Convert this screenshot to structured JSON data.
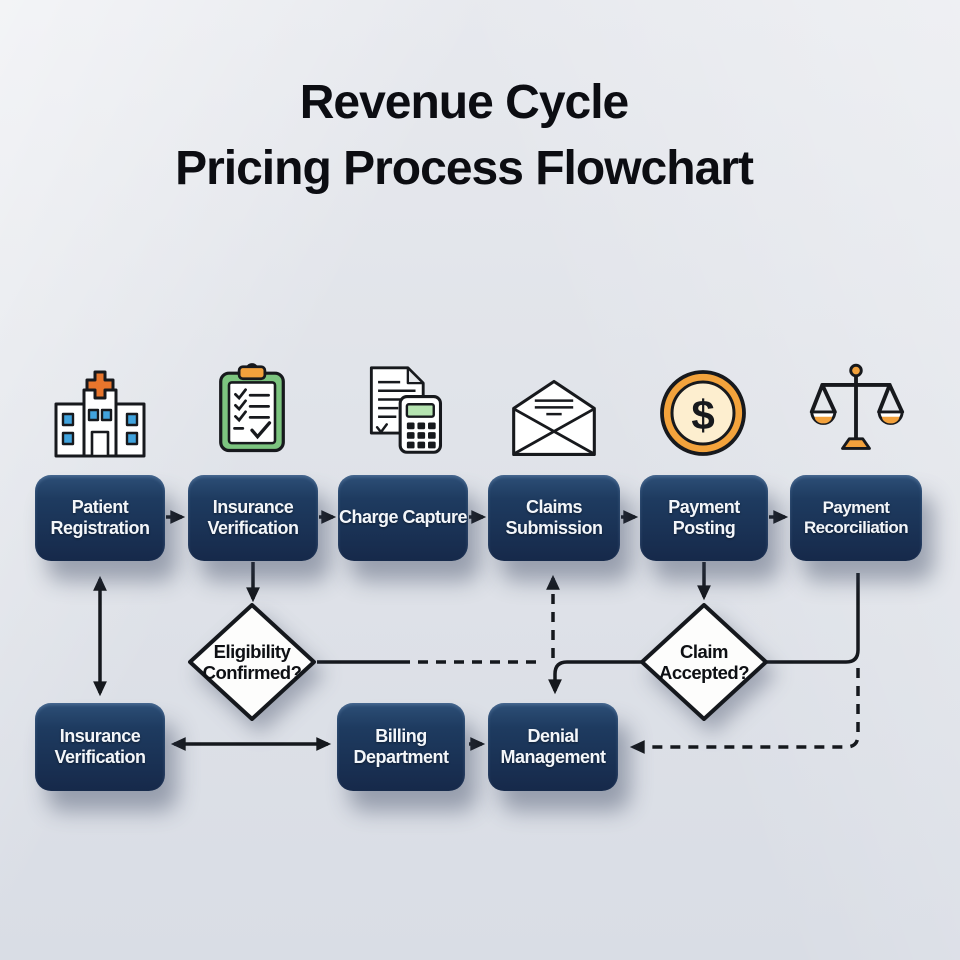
{
  "title": {
    "line1": "Revenue Cycle",
    "line2": "Pricing Process Flowchart"
  },
  "process_nodes": [
    {
      "label": "Patient Registration",
      "icon": "hospital-icon"
    },
    {
      "label": "Insurance Verification",
      "icon": "clipboard-checklist-icon"
    },
    {
      "label": "Charge Capture",
      "icon": "document-calculator-icon"
    },
    {
      "label": "Claims Submission",
      "icon": "envelope-icon"
    },
    {
      "label": "Payment Posting",
      "icon": "dollar-coin-icon"
    },
    {
      "label": "Payment Recorciliation",
      "icon": "balance-scale-icon"
    }
  ],
  "decision_nodes": [
    {
      "line1": "Eligibility",
      "line2": "Confirmed?"
    },
    {
      "line1": "Claim",
      "line2": "Accepted?"
    }
  ],
  "secondary_nodes": [
    {
      "label": "Insurance Verification"
    },
    {
      "label": "Billing Department"
    },
    {
      "label": "Denial Management"
    }
  ],
  "colors": {
    "node_navy": "#1c3354",
    "background_gray": "#e0e3e9",
    "accent_orange": "#f2a13c",
    "cross_orange": "#e8752c",
    "clipboard_green": "#7cc47f",
    "window_blue": "#41a3dd",
    "coin_cream": "#fdeecf",
    "calculator_screen_green": "#b5e3b0",
    "line_black": "#15181d"
  }
}
